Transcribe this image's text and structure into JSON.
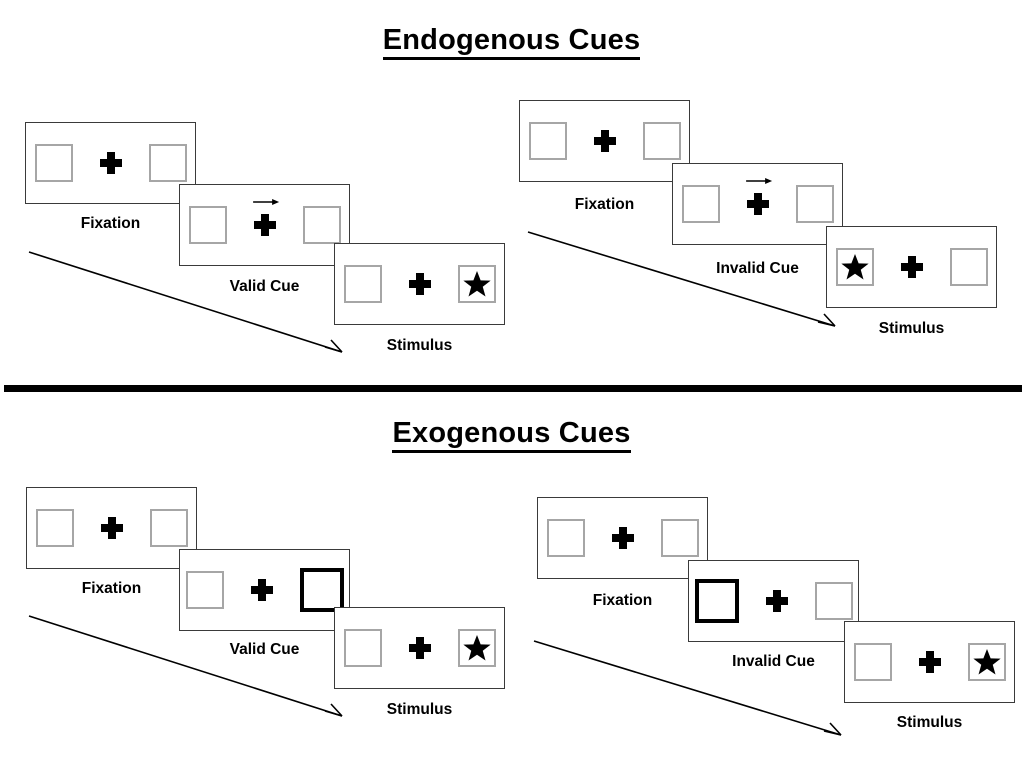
{
  "figure": {
    "title_top": "Endogenous Cues",
    "title_bottom": "Exogenous Cues",
    "colors": {
      "ink": "#000000",
      "frame_border": "#3a3a3a",
      "placeholder_border": "#a6a6a6",
      "cued_border": "#000000",
      "background": "#ffffff"
    }
  },
  "sections": [
    {
      "id": "endogenous",
      "title": "Endogenous Cues",
      "columns": [
        {
          "id": "endogenous-valid",
          "condition": "valid",
          "panels": [
            {
              "label": "Fixation",
              "cue": "none",
              "left": "empty",
              "right": "empty"
            },
            {
              "label": "Valid Cue",
              "cue": "arrow-right",
              "left": "empty",
              "right": "empty"
            },
            {
              "label": "Stimulus",
              "cue": "none",
              "left": "empty",
              "right": "star"
            }
          ]
        },
        {
          "id": "endogenous-invalid",
          "condition": "invalid",
          "panels": [
            {
              "label": "Fixation",
              "cue": "none",
              "left": "empty",
              "right": "empty"
            },
            {
              "label": "Invalid Cue",
              "cue": "arrow-right",
              "left": "empty",
              "right": "empty"
            },
            {
              "label": "Stimulus",
              "cue": "none",
              "left": "star",
              "right": "empty"
            }
          ]
        }
      ]
    },
    {
      "id": "exogenous",
      "title": "Exogenous Cues",
      "columns": [
        {
          "id": "exogenous-valid",
          "condition": "valid",
          "panels": [
            {
              "label": "Fixation",
              "cue": "none",
              "left": "empty",
              "right": "empty"
            },
            {
              "label": "Valid Cue",
              "cue": "box-highlight-right",
              "left": "empty",
              "right": "cued"
            },
            {
              "label": "Stimulus",
              "cue": "none",
              "left": "empty",
              "right": "star"
            }
          ]
        },
        {
          "id": "exogenous-invalid",
          "condition": "invalid",
          "panels": [
            {
              "label": "Fixation",
              "cue": "none",
              "left": "empty",
              "right": "empty"
            },
            {
              "label": "Invalid Cue",
              "cue": "box-highlight-left",
              "left": "cued",
              "right": "empty"
            },
            {
              "label": "Stimulus",
              "cue": "none",
              "left": "empty",
              "right": "star"
            }
          ]
        }
      ]
    }
  ],
  "labels": {
    "fixation": "Fixation",
    "valid_cue": "Valid Cue",
    "invalid_cue": "Invalid Cue",
    "stimulus": "Stimulus"
  },
  "icons": {
    "cue_arrow": "arrow-right-icon",
    "fixation_cross": "plus-cross-icon",
    "target": "star-icon",
    "flow": "diagonal-arrow-icon"
  }
}
